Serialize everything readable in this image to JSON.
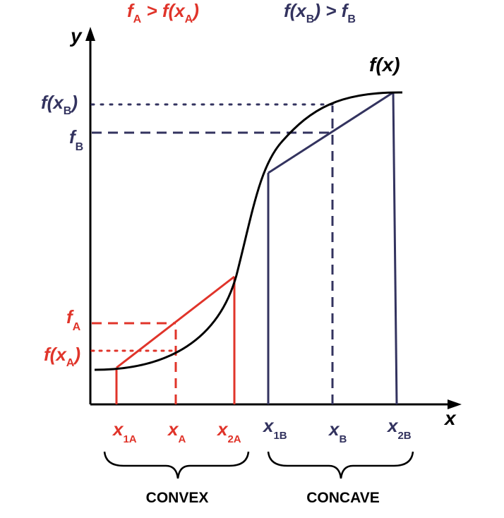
{
  "colors": {
    "convex": "#e0342a",
    "concave": "#33335f",
    "curve": "#000000",
    "axis": "#000000"
  },
  "header": {
    "left": {
      "f": "f",
      "sub1": "A",
      "gt": " > f(",
      "x": "x",
      "sub2": "A",
      "close": ")"
    },
    "right": {
      "f": "f(",
      "x": "x",
      "sub1": "B",
      "gt": ") > ",
      "f2": "f",
      "sub2": "B"
    }
  },
  "axes": {
    "x_label": "x",
    "y_label": "y"
  },
  "curve_label": {
    "f": "f",
    "arg": "(x)"
  },
  "y_labels": {
    "fxB": {
      "f": "f(",
      "x": "x",
      "sub": "B",
      "close": ")"
    },
    "fB": {
      "f": "f",
      "sub": "B"
    },
    "fA": {
      "f": "f",
      "sub": "A"
    },
    "fxA": {
      "f": "f(",
      "x": "x",
      "sub": "A",
      "close": ")"
    }
  },
  "x_labels": {
    "x1A": {
      "x": "x",
      "sub": "1A"
    },
    "xA": {
      "x": "x",
      "sub": "A"
    },
    "x2A": {
      "x": "x",
      "sub": "2A"
    },
    "x1B": {
      "x": "x",
      "sub": "1B"
    },
    "xB": {
      "x": "x",
      "sub": "B"
    },
    "x2B": {
      "x": "x",
      "sub": "2B"
    }
  },
  "regions": {
    "convex": "CONVEX",
    "concave": "CONCAVE"
  }
}
